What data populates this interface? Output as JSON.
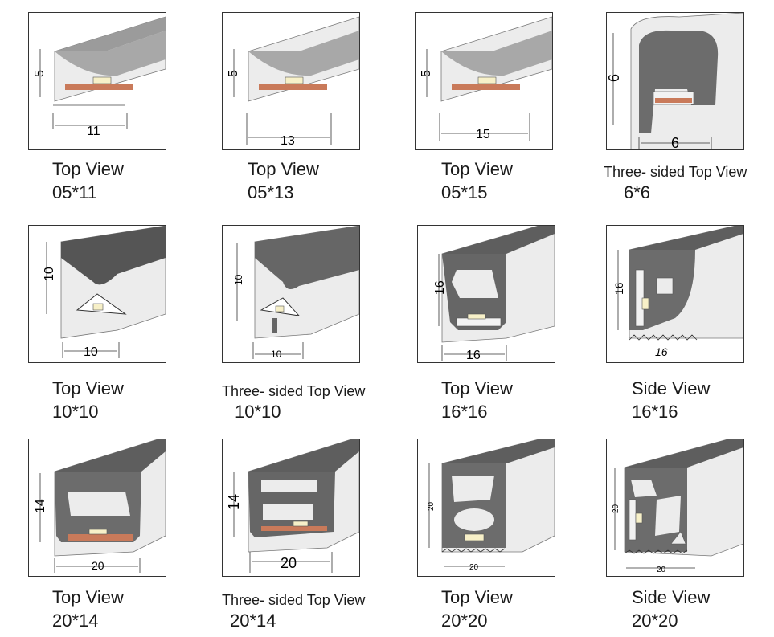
{
  "cells": [
    {
      "view": "Top View",
      "size": "05*11",
      "dims": [
        "5",
        "11"
      ]
    },
    {
      "view": "Top View",
      "size": "05*13",
      "dims": [
        "5",
        "13"
      ]
    },
    {
      "view": "Top View",
      "size": "05*15",
      "dims": [
        "5",
        "15"
      ]
    },
    {
      "view": "Three- sided Top View",
      "size": "6*6",
      "dims": [
        "6",
        "6"
      ]
    },
    {
      "view": "Top View",
      "size": "10*10",
      "dims": [
        "10",
        "10"
      ]
    },
    {
      "view": "Three- sided Top View",
      "size": "10*10",
      "dims": [
        "10",
        "10"
      ]
    },
    {
      "view": "Top View",
      "size": "16*16",
      "dims": [
        "16",
        "16"
      ]
    },
    {
      "view": "Side View",
      "size": "16*16",
      "dims": [
        "16",
        "16"
      ]
    },
    {
      "view": "Top View",
      "size": "20*14",
      "dims": [
        "14",
        "20"
      ]
    },
    {
      "view": "Three- sided Top View",
      "size": "20*14",
      "dims": [
        "14",
        "20"
      ]
    },
    {
      "view": "Top View",
      "size": "20*20",
      "dims": [
        "20",
        "20"
      ]
    },
    {
      "view": "Side View",
      "size": "20*20",
      "dims": [
        "20",
        "20"
      ]
    }
  ]
}
